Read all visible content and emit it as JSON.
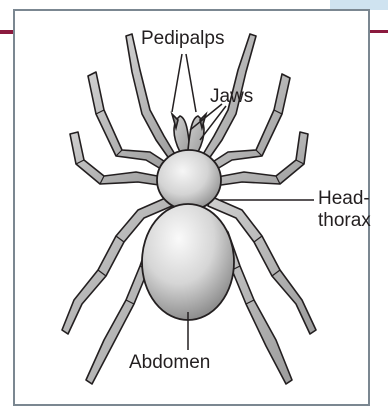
{
  "labels": {
    "pedipalps": "Pedipalps",
    "jaws": "Jaws",
    "head_thorax_line1": "Head-",
    "head_thorax_line2": "thorax",
    "abdomen": "Abdomen"
  },
  "colors": {
    "background": "#ffffff",
    "frame_border": "#7b8791",
    "top_strip_blue": "#cfe3f0",
    "top_strip_red": "#8b1a3e",
    "body_fill": "#d9d9d9",
    "body_shade": "#9a9a9a",
    "leg_fill": "#b8b8b8",
    "outline": "#231f20",
    "label_text": "#231f20"
  },
  "icons": {
    "figure": "spider-illustration"
  }
}
